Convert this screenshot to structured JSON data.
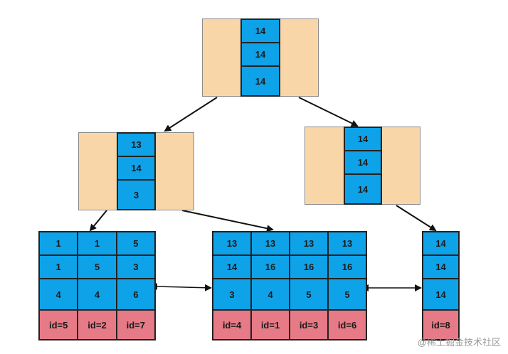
{
  "root": {
    "keys": [
      "14",
      "14",
      "14"
    ]
  },
  "left_inner": {
    "keys": [
      "13",
      "14",
      "3"
    ]
  },
  "right_inner": {
    "keys": [
      "14",
      "14",
      "14"
    ]
  },
  "leaf_a": {
    "rows": [
      [
        "1",
        "1",
        "5"
      ],
      [
        "1",
        "5",
        "3"
      ],
      [
        "4",
        "4",
        "6"
      ]
    ],
    "ids": [
      "id=5",
      "id=2",
      "id=7"
    ]
  },
  "leaf_b": {
    "rows": [
      [
        "13",
        "13",
        "13",
        "13"
      ],
      [
        "14",
        "16",
        "16",
        "16"
      ],
      [
        "3",
        "4",
        "5",
        "5"
      ]
    ],
    "ids": [
      "id=4",
      "id=1",
      "id=3",
      "id=6"
    ]
  },
  "leaf_c": {
    "rows": [
      [
        "14"
      ],
      [
        "14"
      ],
      [
        "14"
      ]
    ],
    "ids": [
      "id=8"
    ]
  },
  "watermark": "@稀土掘金技术社区"
}
